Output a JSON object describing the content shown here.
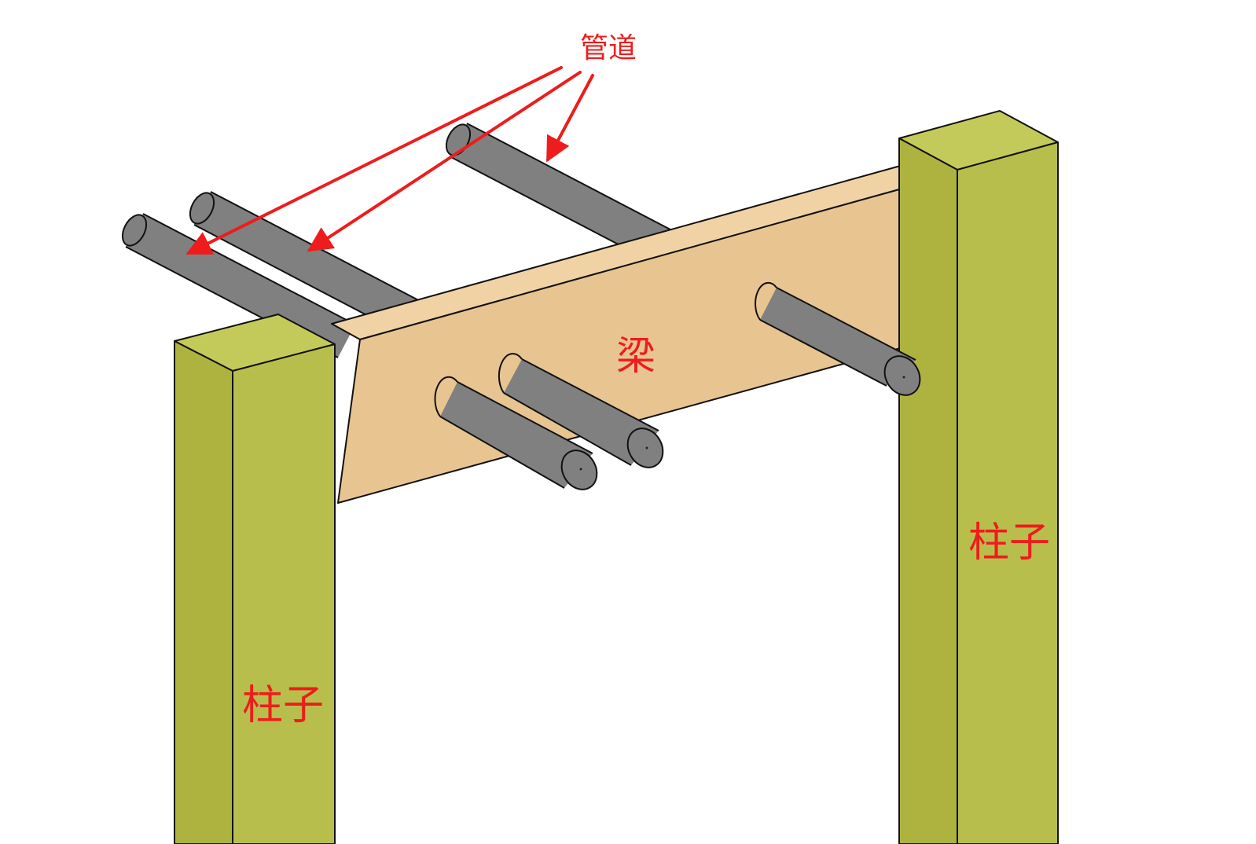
{
  "labels": {
    "pipe": "管道",
    "beam": "梁",
    "column_left": "柱子",
    "column_right": "柱子"
  },
  "colors": {
    "column": "#b8be4c",
    "beam": "#e8c490",
    "pipe": "#808080",
    "annotation": "#ee1c1c",
    "outline": "#111111"
  }
}
